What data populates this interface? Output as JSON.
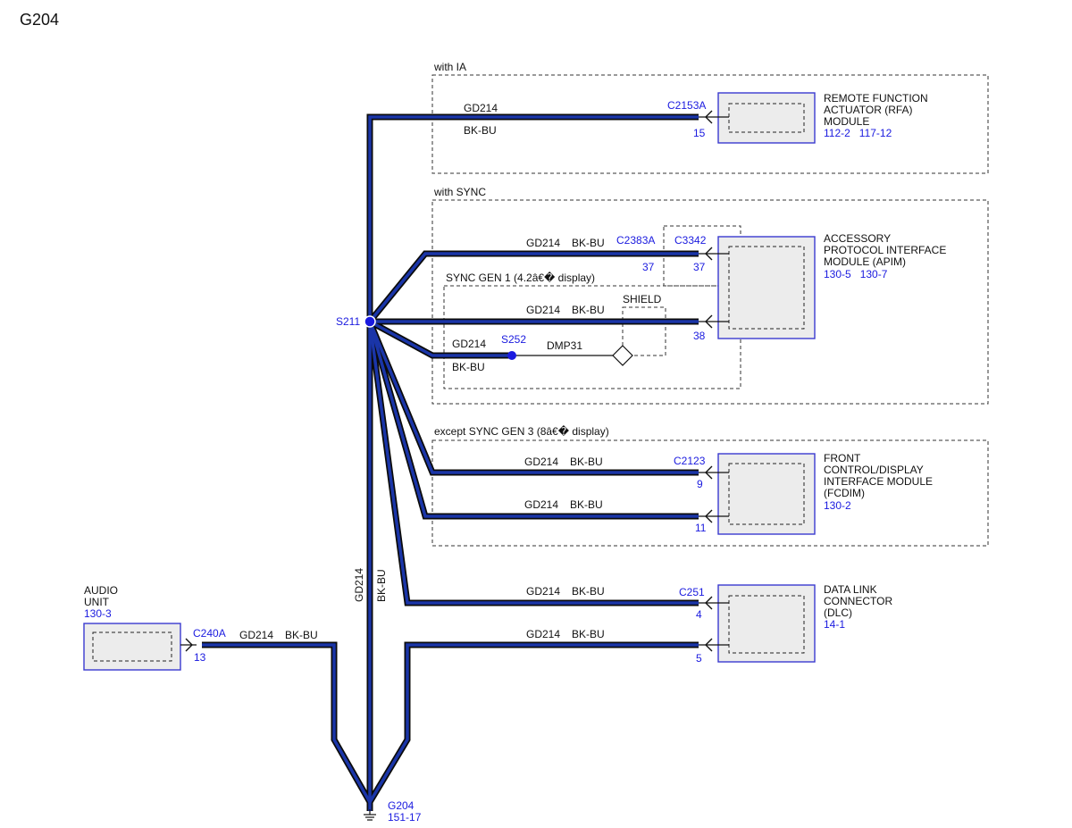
{
  "page_title": "G204",
  "groups": {
    "ia": "with IA",
    "sync": "with SYNC",
    "sync_gen1": "SYNC GEN 1 (4.2â€� display)",
    "except_sync_gen3": "except SYNC GEN 3 (8â€� display)"
  },
  "splices": {
    "s211": "S211",
    "s252": "S252"
  },
  "ground": {
    "name": "G204",
    "ref": "151-17"
  },
  "shield_label": "SHIELD",
  "dmp_label": "DMP31",
  "trunk": {
    "circuit": "GD214",
    "color": "BK-BU"
  },
  "modules": {
    "rfa": {
      "name_lines": [
        "REMOTE FUNCTION",
        "ACTUATOR (RFA)",
        "MODULE"
      ],
      "refs": "112-2   117-12",
      "connector": "C2153A",
      "pin": "15"
    },
    "apim": {
      "name_lines": [
        "ACCESSORY",
        "PROTOCOL INTERFACE",
        "MODULE (APIM)"
      ],
      "refs": "130-5   130-7",
      "connector_a": "C2383A",
      "pin_a": "37",
      "connector_b": "C3342",
      "pin_b1": "37",
      "pin_b2": "38"
    },
    "fcdim": {
      "name_lines": [
        "FRONT",
        "CONTROL/DISPLAY",
        "INTERFACE MODULE",
        "(FCDIM)"
      ],
      "refs": "130-2",
      "connector": "C2123",
      "pin1": "9",
      "pin2": "11"
    },
    "dlc": {
      "name_lines": [
        "DATA LINK",
        "CONNECTOR",
        "(DLC)"
      ],
      "refs": "14-1",
      "connector": "C251",
      "pin1": "4",
      "pin2": "5"
    },
    "audio": {
      "name_lines": [
        "AUDIO",
        "UNIT"
      ],
      "refs": "130-3",
      "connector": "C240A",
      "pin": "13"
    }
  },
  "wires": {
    "rfa": {
      "circuit": "GD214",
      "color": "BK-BU"
    },
    "apim37": {
      "circuit": "GD214",
      "color": "BK-BU"
    },
    "apim38": {
      "circuit": "GD214",
      "color": "BK-BU"
    },
    "s252": {
      "circuit": "GD214",
      "color": "BK-BU"
    },
    "fcdim9": {
      "circuit": "GD214",
      "color": "BK-BU"
    },
    "fcdim11": {
      "circuit": "GD214",
      "color": "BK-BU"
    },
    "dlc4": {
      "circuit": "GD214",
      "color": "BK-BU"
    },
    "dlc5": {
      "circuit": "GD214",
      "color": "BK-BU"
    },
    "audio": {
      "circuit": "GD214",
      "color": "BK-BU"
    }
  },
  "colors": {
    "wire_outline": "#0b0b0b",
    "wire_core": "#1a35a8",
    "label_blue": "#1a1adf",
    "module_border": "#3a3ad0",
    "module_fill": "#ececec"
  }
}
